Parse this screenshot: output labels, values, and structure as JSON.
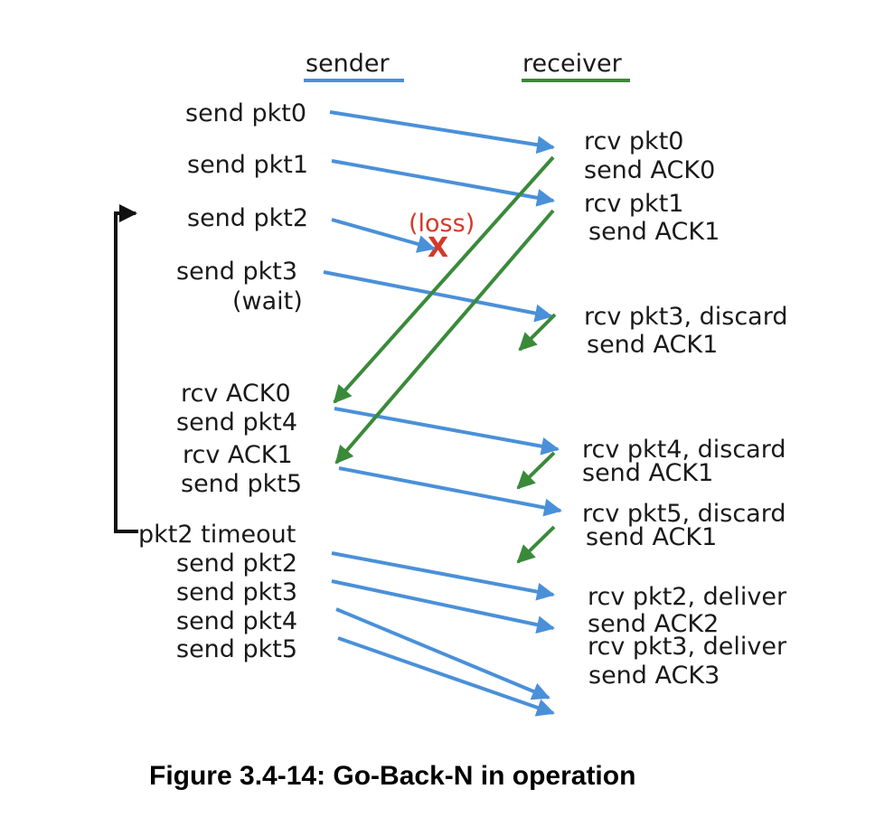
{
  "headers": {
    "sender": "sender",
    "receiver": "receiver"
  },
  "sender_labels": [
    "send  pkt0",
    "send  pkt1",
    "send  pkt2",
    "send  pkt3",
    "(wait)",
    "rcv  ACK0",
    "send  pkt4",
    "rcv  ACK1",
    "send  pkt5",
    "pkt2 timeout",
    "send  pkt2",
    "send  pkt3",
    "send  pkt4",
    "send  pkt5"
  ],
  "receiver_labels": [
    "rcv  pkt0",
    "send  ACK0",
    "rcv  pkt1",
    "send  ACK1",
    "rcv  pkt3,  discard",
    "send  ACK1",
    "rcv  pkt4,  discard",
    "send  ACK1",
    "rcv  pkt5,  discard",
    "send  ACK1",
    "rcv  pkt2,  deliver",
    "send  ACK2",
    "rcv  pkt3,  deliver",
    "send  ACK3"
  ],
  "loss": {
    "label": "(loss)",
    "mark": "X"
  },
  "caption": "Figure 3.4-14: Go-Back-N  in operation",
  "colors": {
    "data_arrow": "#4a90d9",
    "ack_arrow": "#3a8a3a",
    "loss": "#d23a2a",
    "timer": "#111111"
  }
}
